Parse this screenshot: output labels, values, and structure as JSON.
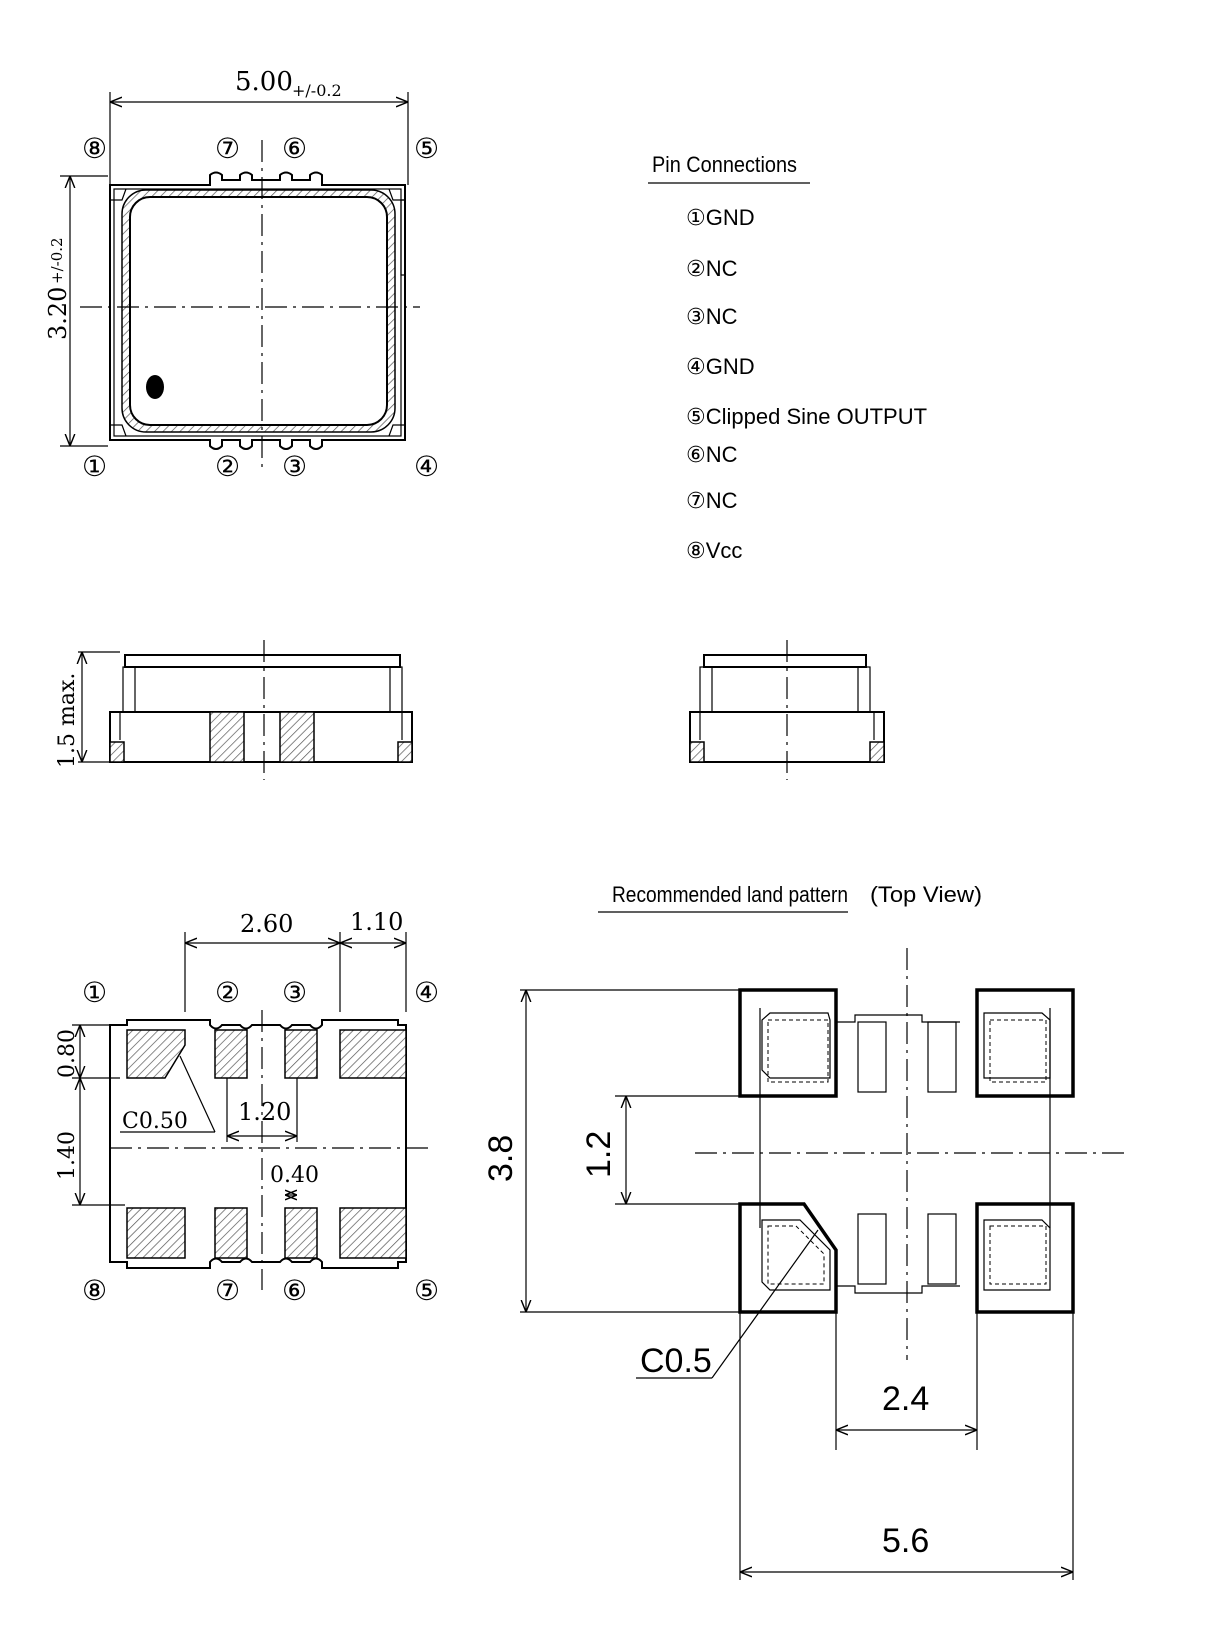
{
  "top_view": {
    "width_dim": "5.00",
    "width_tol": "+/-0.2",
    "height_dim": "3.20",
    "height_tol": "+/-0.2",
    "pin_labels_top": [
      "⑧",
      "⑦",
      "⑥",
      "⑤"
    ],
    "pin_labels_bottom": [
      "①",
      "②",
      "③",
      "④"
    ]
  },
  "pin_connections": {
    "title": "Pin Connections",
    "pins": [
      {
        "num": "①",
        "name": "GND"
      },
      {
        "num": "②",
        "name": "NC"
      },
      {
        "num": "③",
        "name": "NC"
      },
      {
        "num": "④",
        "name": "GND"
      },
      {
        "num": "⑤",
        "name": "Clipped Sine OUTPUT"
      },
      {
        "num": "⑥",
        "name": "NC"
      },
      {
        "num": "⑦",
        "name": "NC"
      },
      {
        "num": "⑧",
        "name": "Vcc"
      }
    ]
  },
  "side_view": {
    "height_dim": "1.5 max."
  },
  "bottom_view": {
    "dim_pitch": "2.60",
    "dim_pad_width": "1.10",
    "dim_pad_height": "0.80",
    "dim_gap": "1.40",
    "dim_inner": "1.20",
    "dim_small": "0.40",
    "chamfer": "C0.50",
    "pin_labels_top": [
      "①",
      "②",
      "③",
      "④"
    ],
    "pin_labels_bottom": [
      "⑧",
      "⑦",
      "⑥",
      "⑤"
    ]
  },
  "land_pattern": {
    "title": "Recommended land pattern",
    "subtitle": "(Top View)",
    "dim_height": "3.8",
    "dim_gap": "1.2",
    "dim_inner": "2.4",
    "dim_width": "5.6",
    "chamfer": "C0.5"
  }
}
